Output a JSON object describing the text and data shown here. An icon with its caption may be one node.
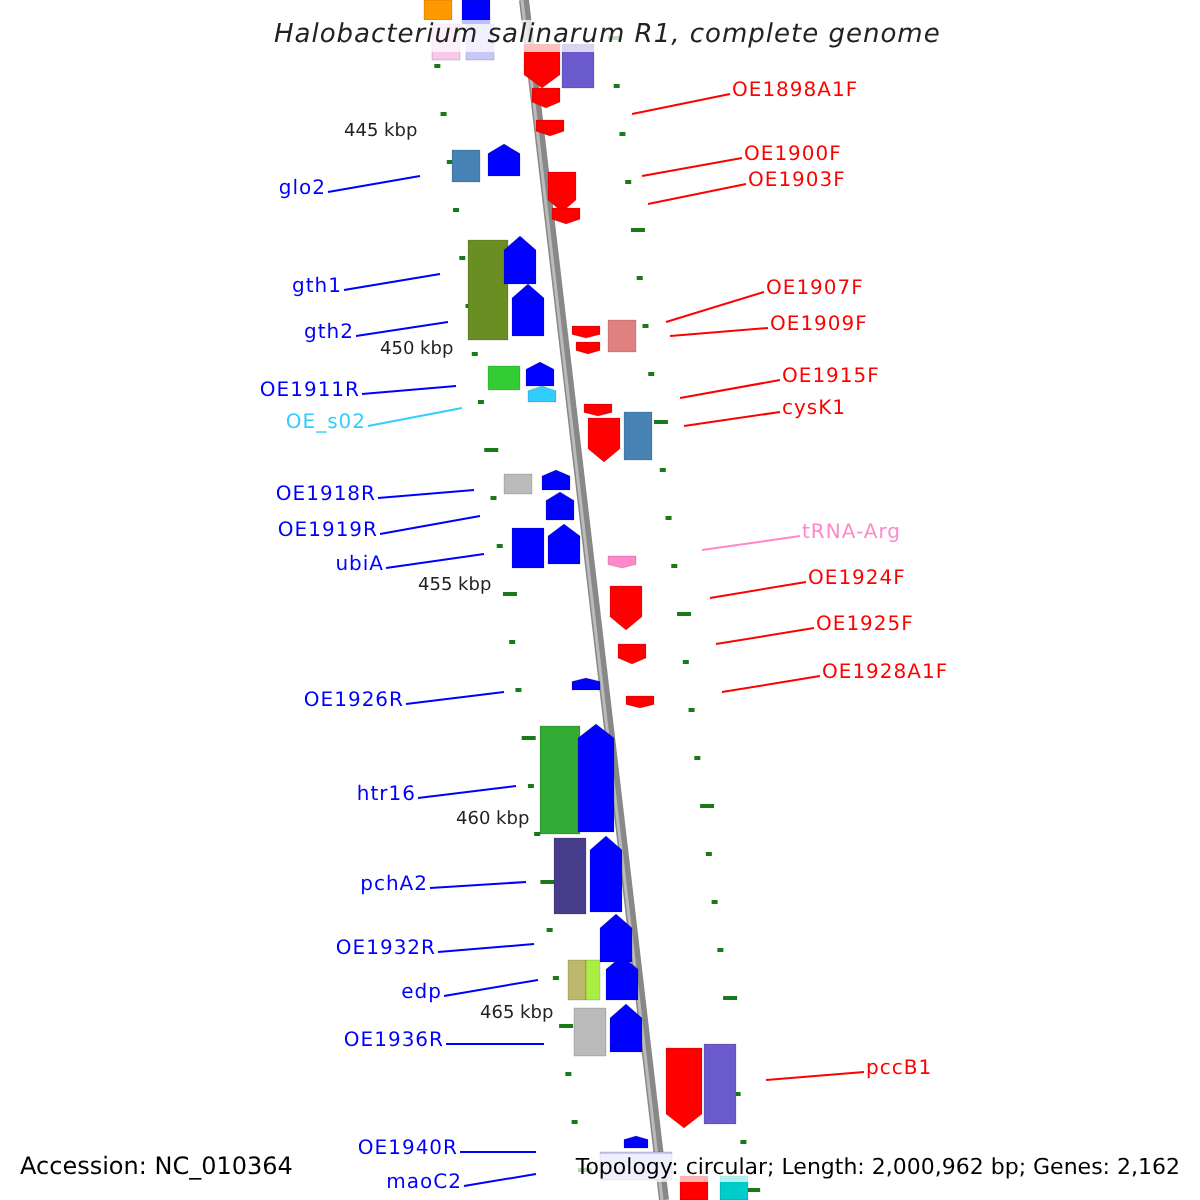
{
  "diagram": {
    "title": "Halobacterium salinarum R1, complete genome",
    "nodes": [
      {
        "text": [
          "glo2"
        ]
      },
      {
        "text": [
          "gth1"
        ]
      },
      {
        "text": [
          "gth2"
        ]
      },
      {
        "text": [
          "OE1911R"
        ]
      },
      {
        "text": [
          "OE_s02"
        ]
      },
      {
        "text": [
          "OE1918R"
        ]
      },
      {
        "text": [
          "OE1919R"
        ]
      },
      {
        "text": [
          "ubiA"
        ]
      },
      {
        "text": [
          "OE1926R"
        ]
      },
      {
        "text": [
          "htr16"
        ]
      },
      {
        "text": [
          "pchA2"
        ]
      },
      {
        "text": [
          "OE1932R"
        ]
      },
      {
        "text": [
          "edp"
        ]
      },
      {
        "text": [
          "OE1936R"
        ]
      },
      {
        "text": [
          "OE1940R"
        ]
      },
      {
        "text": [
          "maoC2"
        ]
      },
      {
        "text": [
          "OE1898A1F"
        ]
      },
      {
        "text": [
          "OE1900F"
        ]
      },
      {
        "text": [
          "OE1903F"
        ]
      },
      {
        "text": [
          "OE1907F"
        ]
      },
      {
        "text": [
          "OE1909F"
        ]
      },
      {
        "text": [
          "OE1915F"
        ]
      },
      {
        "text": [
          "cysK1"
        ]
      },
      {
        "text": [
          "tRNA-Arg"
        ]
      },
      {
        "text": [
          "OE1924F"
        ]
      },
      {
        "text": [
          "OE1925F"
        ]
      },
      {
        "text": [
          "OE1928A1F"
        ]
      },
      {
        "text": [
          "pccB1"
        ]
      }
    ],
    "edges": [
      {
        "from": 0,
        "to": null,
        "arrow": "none"
      },
      {
        "from": 1,
        "to": null,
        "arrow": "none"
      },
      {
        "from": 2,
        "to": null,
        "arrow": "none"
      },
      {
        "from": 3,
        "to": null,
        "arrow": "none"
      },
      {
        "from": 4,
        "to": null,
        "arrow": "none",
        "color": "#33ccff"
      },
      {
        "from": 5,
        "to": null,
        "arrow": "none"
      },
      {
        "from": 6,
        "to": null,
        "arrow": "none"
      },
      {
        "from": 7,
        "to": null,
        "arrow": "none"
      },
      {
        "from": 8,
        "to": null,
        "arrow": "none"
      },
      {
        "from": 9,
        "to": null,
        "arrow": "none"
      },
      {
        "from": 10,
        "to": null,
        "arrow": "none"
      },
      {
        "from": 11,
        "to": null,
        "arrow": "none"
      },
      {
        "from": 12,
        "to": null,
        "arrow": "none"
      },
      {
        "from": 13,
        "to": null,
        "arrow": "none"
      },
      {
        "from": 14,
        "to": null,
        "arrow": "none"
      },
      {
        "from": 15,
        "to": null,
        "arrow": "none"
      },
      {
        "from": 16,
        "to": null,
        "arrow": "none",
        "color": "#ff0000"
      },
      {
        "from": 17,
        "to": null,
        "arrow": "none",
        "color": "#ff0000"
      },
      {
        "from": 18,
        "to": null,
        "arrow": "none",
        "color": "#ff0000"
      },
      {
        "from": 19,
        "to": null,
        "arrow": "none",
        "color": "#ff0000"
      },
      {
        "from": 20,
        "to": null,
        "arrow": "none",
        "color": "#ff0000"
      },
      {
        "from": 21,
        "to": null,
        "arrow": "none",
        "color": "#ff0000"
      },
      {
        "from": 22,
        "to": null,
        "arrow": "none",
        "color": "#ff0000"
      },
      {
        "from": 23,
        "to": null,
        "arrow": "none",
        "color": "#ff88cc"
      },
      {
        "from": 24,
        "to": null,
        "arrow": "none",
        "color": "#ff0000"
      },
      {
        "from": 25,
        "to": null,
        "arrow": "none",
        "color": "#ff0000"
      },
      {
        "from": 26,
        "to": null,
        "arrow": "none",
        "color": "#ff0000"
      },
      {
        "from": 27,
        "to": null,
        "arrow": "none",
        "color": "#ff0000"
      }
    ],
    "labels": [
      "445 kbp",
      "450 kbp",
      "455 kbp",
      "460 kbp",
      "465 kbp",
      "Accession: NC_010364",
      "Topology: circular; Length: 2,000,962 bp; Genes: 2,162"
    ]
  }
}
